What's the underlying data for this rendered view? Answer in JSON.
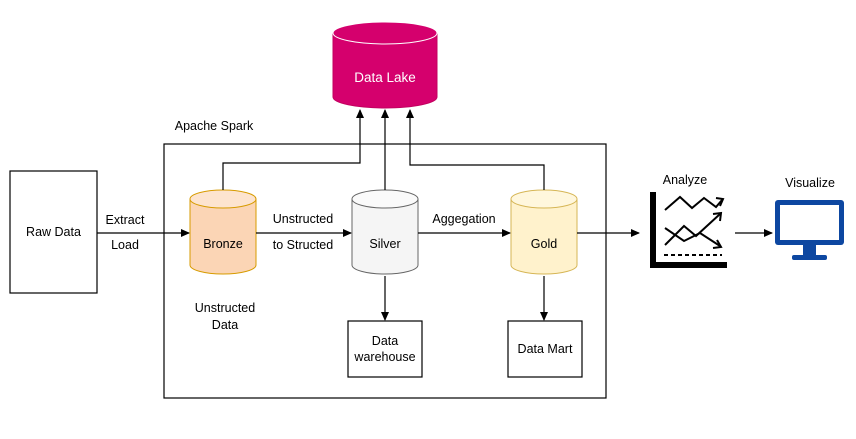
{
  "nodes": {
    "raw_data": "Raw Data",
    "data_lake": "Data Lake",
    "bronze": "Bronze",
    "silver": "Silver",
    "gold": "Gold",
    "data_warehouse_line1": "Data",
    "data_warehouse_line2": "warehouse",
    "data_mart": "Data Mart"
  },
  "labels": {
    "apache_spark": "Apache Spark",
    "extract": "Extract",
    "load": "Load",
    "unstructured_to_1": "Unstructed",
    "unstructured_to_2": "to Structed",
    "aggregation": "Aggegation",
    "unstructured_data_1": "Unstructed",
    "unstructured_data_2": "Data",
    "analyze": "Analyze",
    "visualize": "Visualize"
  },
  "colors": {
    "data_lake_fill": "#d5006d",
    "bronze_fill": "#fbd5b5",
    "bronze_stroke": "#d79b00",
    "silver_fill": "#f5f5f5",
    "silver_stroke": "#666666",
    "gold_fill": "#fff2cc",
    "gold_stroke": "#d6b656",
    "monitor": "#0d47a1"
  },
  "icons": {
    "analyze": "line-chart-icon",
    "visualize": "monitor-icon"
  }
}
